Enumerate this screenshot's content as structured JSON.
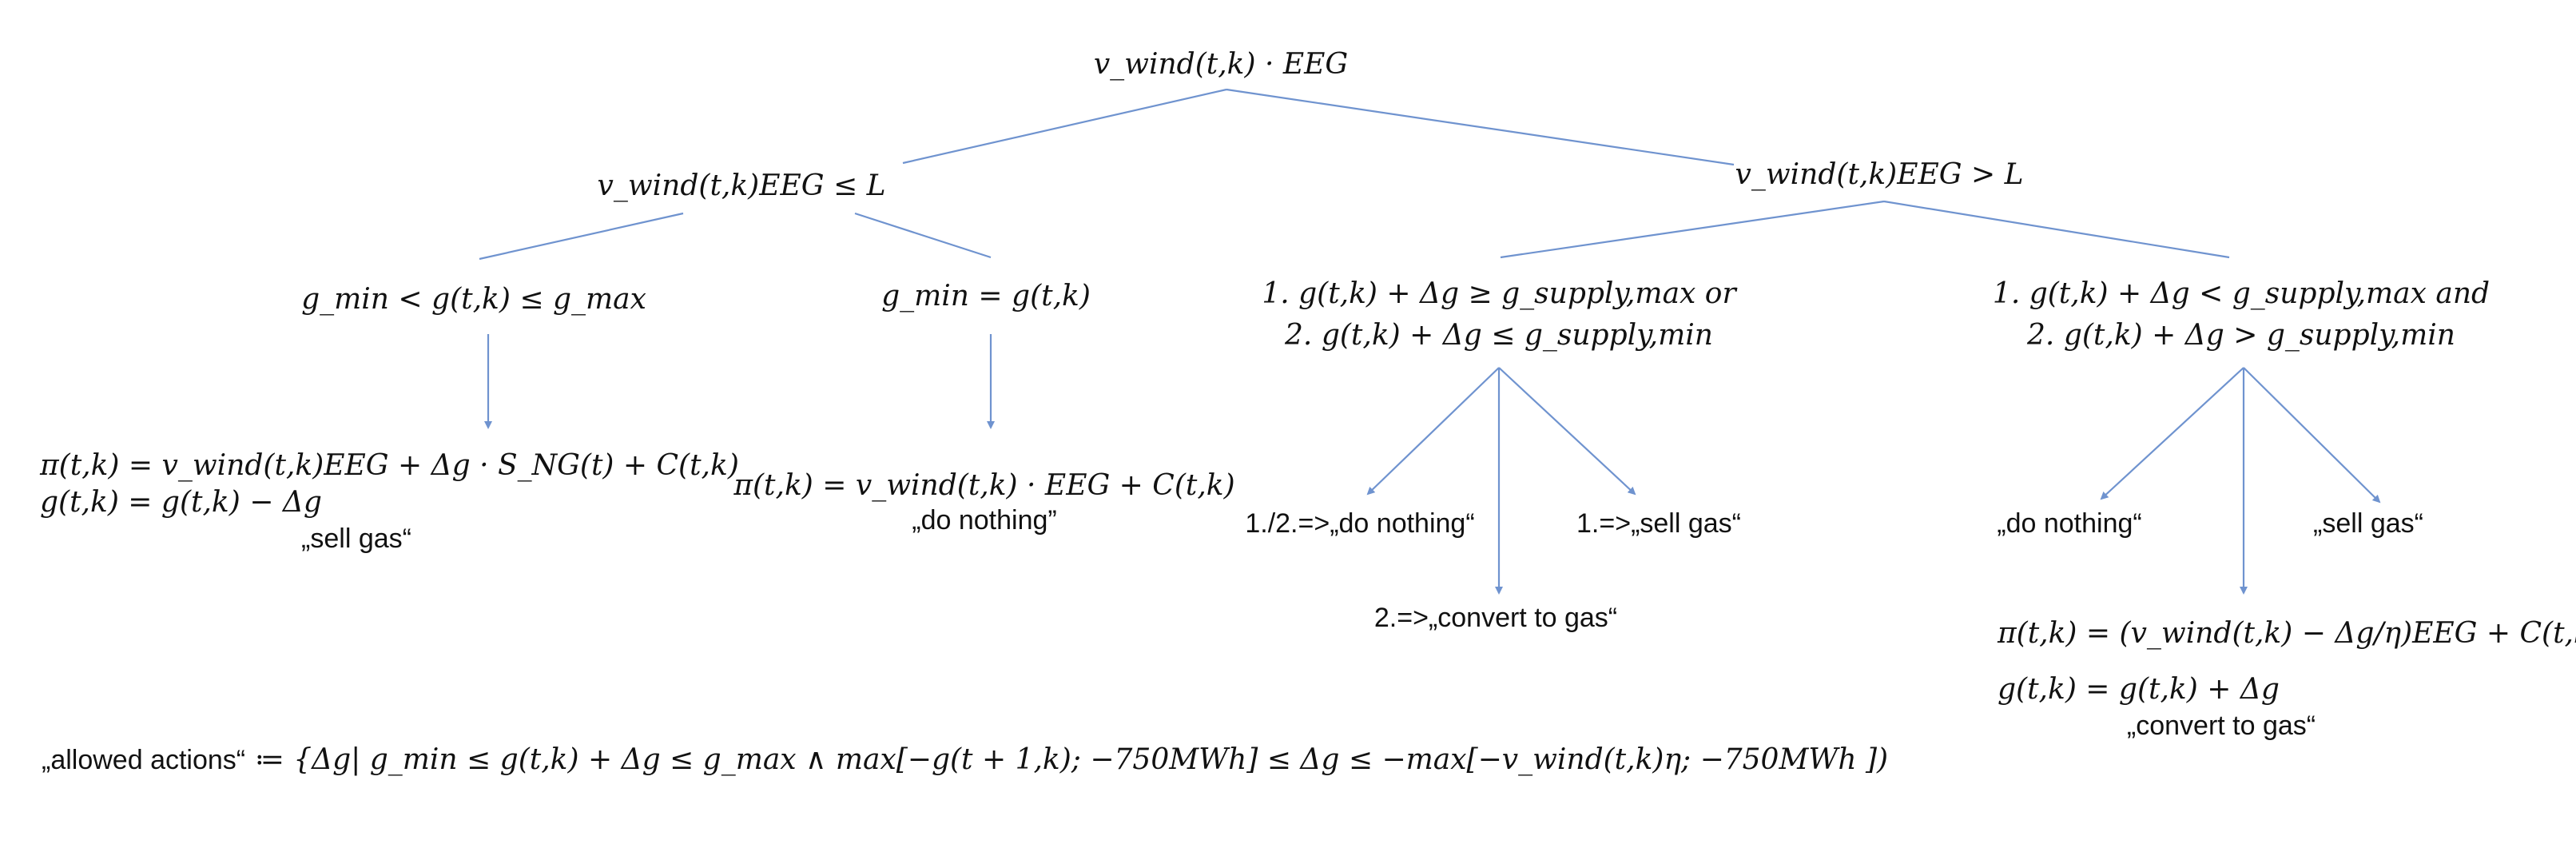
{
  "diagram": {
    "root": "v_wind(t,k) · EEG",
    "branch_low": "v_wind(t,k)EEG ≤ L",
    "branch_high": "v_wind(t,k)EEG > L",
    "low_left_condition": "g_min < g(t,k) ≤ g_max",
    "low_right_condition": "g_min = g(t,k)",
    "high_left_condition_1": "1. g(t,k) + Δg ≥ g_supply,max or",
    "high_left_condition_2": "2. g(t,k)  + Δg ≤ g_supply,min",
    "high_right_condition_1": "1. g(t,k) + Δg < g_supply,max and",
    "high_right_condition_2": "2. g(t,k)  + Δg > g_supply,min",
    "sell_formula_1": "π(t,k) = v_wind(t,k)EEG + Δg · S_NG(t) + C(t,k)",
    "sell_formula_2": "g(t,k) = g(t,k) − Δg",
    "sell_action": "„sell gas“",
    "nothing_formula": "π(t,k) = v_wind(t,k) · EEG + C(t,k)",
    "nothing_action": "„do nothing”",
    "hl_out_nothing": "1./2.=>„do nothing“",
    "hl_out_sell": "1.=>„sell gas“",
    "hl_out_convert": "2.=>„convert to gas“",
    "hr_out_nothing": "„do nothing“",
    "hr_out_sell": "„sell gas“",
    "convert_formula_1": "π(t,k) = (v_wind(t,k) − Δg/η)EEG + C(t,k)",
    "convert_formula_2": "g(t,k) = g(t,k) + Δg",
    "convert_action": "„convert to gas“",
    "allowed_label": "„allowed actions“",
    "allowed_formula": " ≔ {Δg| g_min ≤ g(t,k) + Δg ≤ g_max ∧  max[−g(t + 1,k); −750MWh] ≤ Δg ≤ −max[−v_wind(t,k)η; −750MWh ])"
  }
}
